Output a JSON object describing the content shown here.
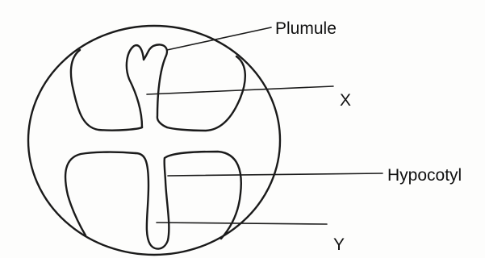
{
  "labels": {
    "plumule": "Plumule",
    "x": "X",
    "hypocotyl": "Hypocotyl",
    "y": "Y"
  }
}
